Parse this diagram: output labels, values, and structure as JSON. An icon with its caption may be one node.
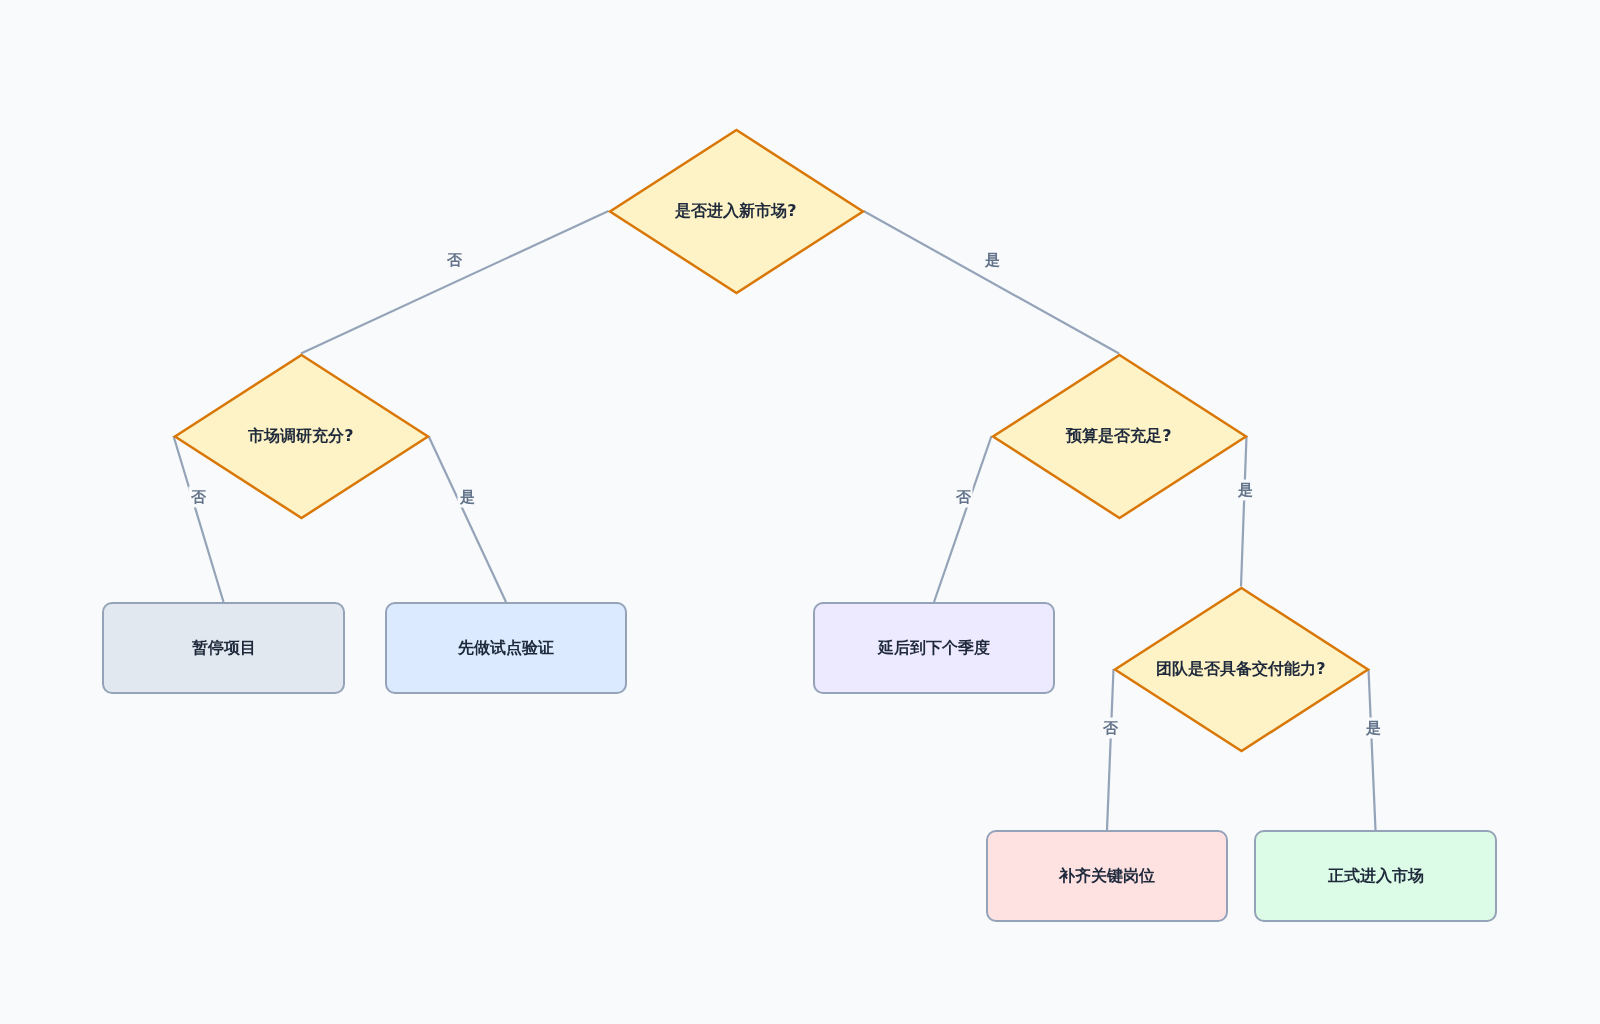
{
  "diagram": {
    "nodes": [
      {
        "text": [
          "是否进入新市场?"
        ]
      },
      {
        "text": [
          "市场调研充分?"
        ]
      },
      {
        "text": [
          "预算是否充足?"
        ]
      },
      {
        "text": [
          "暂停项目"
        ]
      },
      {
        "text": [
          "先做试点验证"
        ]
      },
      {
        "text": [
          "延后到下个季度"
        ]
      },
      {
        "text": [
          "团队是否具备交付能力?"
        ]
      },
      {
        "text": [
          "补齐关键岗位"
        ]
      },
      {
        "text": [
          "正式进入市场"
        ]
      }
    ],
    "edges": [
      {
        "from": 0,
        "to": 1,
        "arrow": "none",
        "label": "否"
      },
      {
        "from": 0,
        "to": 2,
        "arrow": "none",
        "label": "是"
      },
      {
        "from": 1,
        "to": 3,
        "arrow": "none",
        "label": "否"
      },
      {
        "from": 1,
        "to": 4,
        "arrow": "none",
        "label": "是"
      },
      {
        "from": 2,
        "to": 5,
        "arrow": "none",
        "label": "否"
      },
      {
        "from": 2,
        "to": 6,
        "arrow": "none",
        "label": "是"
      },
      {
        "from": 6,
        "to": 7,
        "arrow": "none",
        "label": "否"
      },
      {
        "from": 6,
        "to": 8,
        "arrow": "none",
        "label": "是"
      }
    ]
  }
}
